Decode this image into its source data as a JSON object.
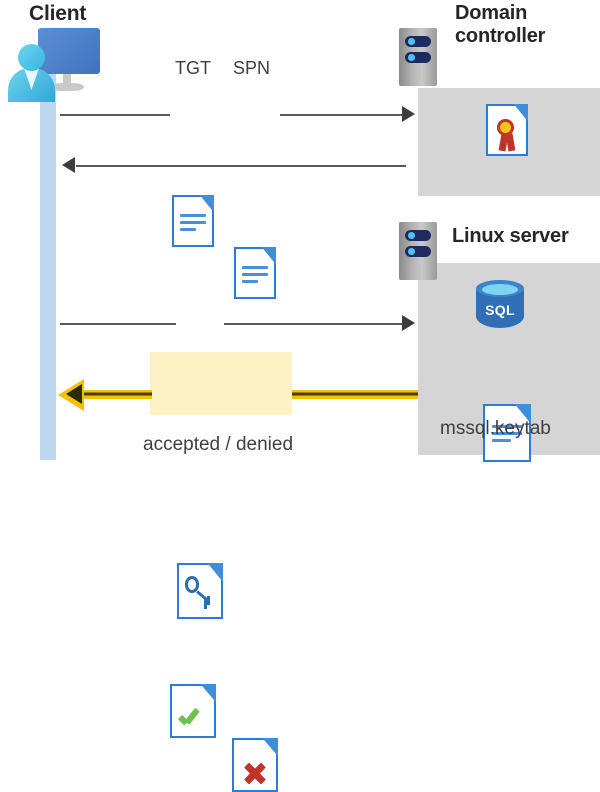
{
  "diagram": {
    "type": "kerberos-authentication-flow",
    "client": {
      "title": "Client",
      "icon": "client-computer-user-icon",
      "lifeline_color": "#bdd7ee"
    },
    "domain_controller": {
      "title": "Domain controller",
      "server_icon": "server-rack-icon",
      "panel_color": "#d5d5d5",
      "contents": [
        {
          "icon": "certificate-document-icon",
          "label": ""
        }
      ]
    },
    "linux_server": {
      "title": "Linux server",
      "server_icon": "server-rack-icon",
      "panel_color": "#d5d5d5",
      "contents": [
        {
          "icon": "sql-database-icon",
          "label": "SQL"
        },
        {
          "icon": "keytab-document-icon",
          "label": "mssql.keytab"
        }
      ]
    },
    "messages": [
      {
        "id": "request",
        "direction": "right",
        "from": "client",
        "to": "domain_controller",
        "artifacts": [
          {
            "label": "TGT",
            "icon": "document-icon"
          },
          {
            "label": "SPN",
            "icon": "document-icon"
          }
        ]
      },
      {
        "id": "ticket-response",
        "direction": "left",
        "from": "domain_controller",
        "to": "client",
        "artifacts": [
          {
            "label": "",
            "icon": "key-document-icon"
          }
        ]
      },
      {
        "id": "service-ticket",
        "direction": "right",
        "from": "client",
        "to": "linux_server",
        "artifacts": [
          {
            "label": "",
            "icon": "key-document-icon"
          }
        ]
      },
      {
        "id": "result",
        "direction": "left",
        "from": "linux_server",
        "to": "client",
        "highlighted": true,
        "highlight_color": "#fdf2c4",
        "arrow_color": "#f2c200",
        "caption": "accepted / denied",
        "artifacts": [
          {
            "label": "accepted",
            "icon": "document-check-icon",
            "color": "#6cc24a"
          },
          {
            "label": "denied",
            "icon": "document-cross-icon",
            "color": "#c0352b"
          }
        ]
      }
    ]
  }
}
